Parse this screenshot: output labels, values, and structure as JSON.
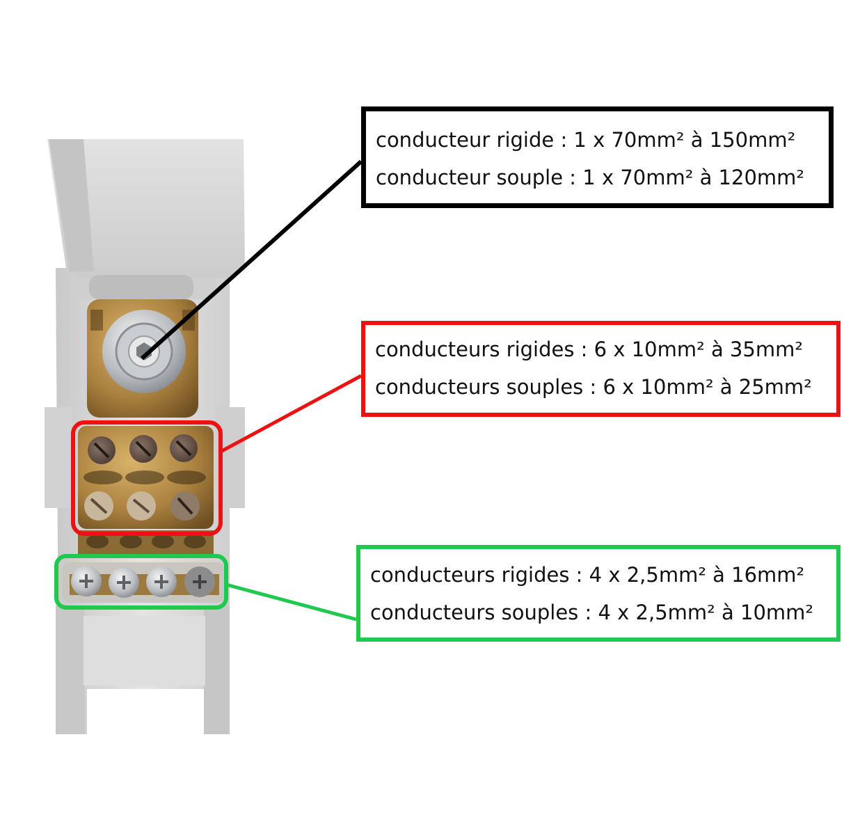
{
  "callouts": {
    "main": {
      "color": "#000000",
      "line1": "conducteur rigide : 1 x 70mm² à 150mm²",
      "line2": "conducteur souple : 1 x 70mm² à 120mm²"
    },
    "middle": {
      "color": "#ee1111",
      "line1": "conducteurs rigides : 6 x 10mm² à 35mm²",
      "line2": "conducteurs souples : 6 x 10mm² à 25mm²"
    },
    "lower": {
      "color": "#1ec94e",
      "line1": "conducteurs rigides : 4 x 2,5mm² à 16mm²",
      "line2": "conducteurs souples : 4 x 2,5mm² à 10mm²"
    }
  },
  "colors": {
    "housing": "#dcdcdc",
    "brass": "#b8914a",
    "background": "#ffffff"
  }
}
